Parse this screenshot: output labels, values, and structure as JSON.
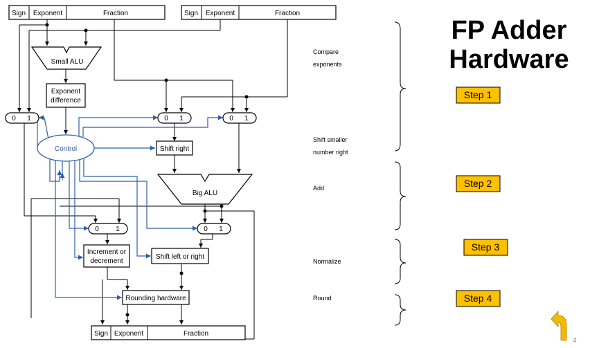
{
  "title": {
    "line1": "FP Adder",
    "line2": "Hardware"
  },
  "inputs": {
    "a": {
      "sign": "Sign",
      "exponent": "Exponent",
      "fraction": "Fraction"
    },
    "b": {
      "sign": "Sign",
      "exponent": "Exponent",
      "fraction": "Fraction"
    }
  },
  "output": {
    "sign": "Sign",
    "exponent": "Exponent",
    "fraction": "Fraction"
  },
  "blocks": {
    "small_alu": "Small ALU",
    "exp_diff_1": "Exponent",
    "exp_diff_2": "difference",
    "control": "Control",
    "shift_right": "Shift right",
    "big_alu": "Big ALU",
    "incdec_1": "Increment or",
    "incdec_2": "decrement",
    "shift_lr": "Shift left or right",
    "rounding": "Rounding hardware"
  },
  "mux": {
    "zero": "0",
    "one": "1"
  },
  "stages": {
    "compare_1": "Compare",
    "compare_2": "exponents",
    "shift_1": "Shift smaller",
    "shift_2": "number right",
    "add": "Add",
    "normalize": "Normalize",
    "round": "Round"
  },
  "steps": [
    "Step 1",
    "Step 2",
    "Step 3",
    "Step 4"
  ],
  "page_number": "4",
  "colors": {
    "step_fill": "#ffc000",
    "control_line": "#2e5fa8",
    "return_arrow": "#f5b800"
  }
}
